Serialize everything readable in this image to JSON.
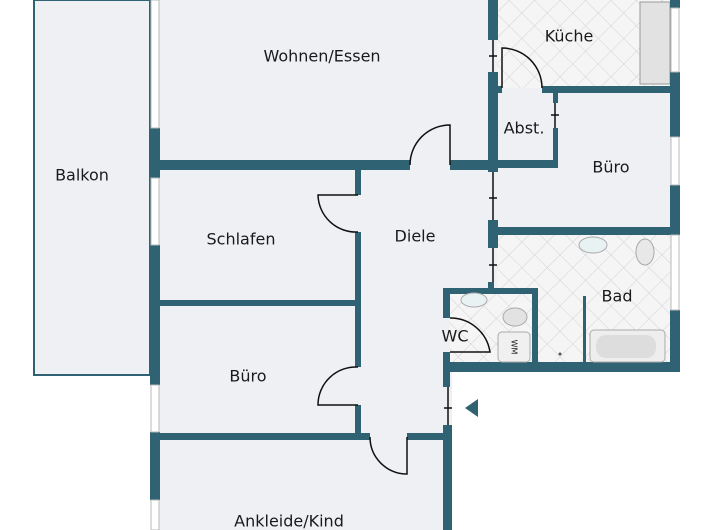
{
  "rooms": {
    "balkon": "Balkon",
    "wohnen": "Wohnen/Essen",
    "kueche": "Küche",
    "abst": "Abst.",
    "buero1": "Büro",
    "schlafen": "Schlafen",
    "diele": "Diele",
    "bad": "Bad",
    "wc": "WC",
    "buero2": "Büro",
    "ankleide": "Ankleide/Kind"
  },
  "fixtures": {
    "washer": "WM"
  },
  "colors": {
    "wall": "#2f6273",
    "floor": "#eef0f4",
    "tile": "#f4f4f4"
  }
}
